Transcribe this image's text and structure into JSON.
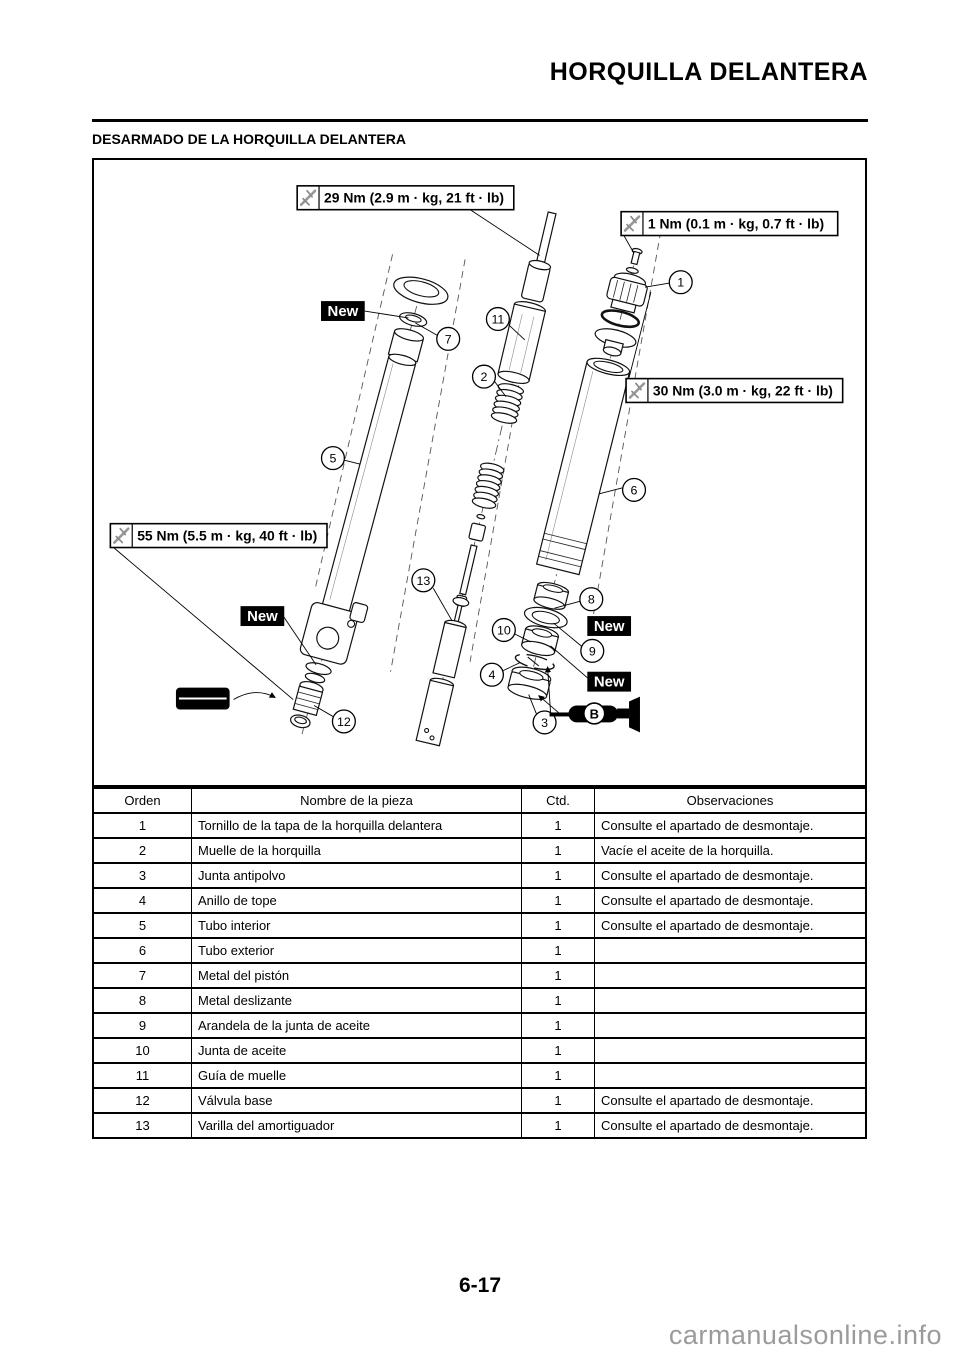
{
  "page": {
    "title": "HORQUILLA DELANTERA",
    "subtitle": "DESARMADO DE LA HORQUILLA DELANTERA",
    "page_number": "6-17",
    "watermark": "carmanualsonline.info"
  },
  "figure": {
    "torque_labels": [
      {
        "id": "torque-cap",
        "text": "29 Nm (2.9 m · kg, 21 ft · lb)"
      },
      {
        "id": "torque-screw",
        "text": "1 Nm (0.1 m · kg, 0.7 ft · lb)"
      },
      {
        "id": "torque-bolt",
        "text": "30 Nm (3.0 m · kg, 22 ft · lb)"
      },
      {
        "id": "torque-valve",
        "text": "55 Nm (5.5 m · kg, 40 ft · lb)"
      }
    ],
    "new_label": "New",
    "grease_label": "B",
    "callouts": [
      "1",
      "2",
      "3",
      "4",
      "5",
      "6",
      "7",
      "8",
      "9",
      "10",
      "11",
      "12",
      "13"
    ]
  },
  "table": {
    "headers": [
      "Orden",
      "Nombre de la pieza",
      "Ctd.",
      "Observaciones"
    ],
    "rows": [
      {
        "orden": "1",
        "nombre": "Tornillo de la tapa de la horquilla delantera",
        "ctd": "1",
        "obs": "Consulte el apartado de desmontaje."
      },
      {
        "orden": "2",
        "nombre": "Muelle de la horquilla",
        "ctd": "1",
        "obs": "Vacíe el aceite de la horquilla."
      },
      {
        "orden": "3",
        "nombre": "Junta antipolvo",
        "ctd": "1",
        "obs": "Consulte el apartado de desmontaje."
      },
      {
        "orden": "4",
        "nombre": "Anillo de tope",
        "ctd": "1",
        "obs": "Consulte el apartado de desmontaje."
      },
      {
        "orden": "5",
        "nombre": "Tubo interior",
        "ctd": "1",
        "obs": "Consulte el apartado de desmontaje."
      },
      {
        "orden": "6",
        "nombre": "Tubo exterior",
        "ctd": "1",
        "obs": ""
      },
      {
        "orden": "7",
        "nombre": "Metal del pistón",
        "ctd": "1",
        "obs": ""
      },
      {
        "orden": "8",
        "nombre": "Metal deslizante",
        "ctd": "1",
        "obs": ""
      },
      {
        "orden": "9",
        "nombre": "Arandela de la junta de aceite",
        "ctd": "1",
        "obs": ""
      },
      {
        "orden": "10",
        "nombre": "Junta de aceite",
        "ctd": "1",
        "obs": ""
      },
      {
        "orden": "11",
        "nombre": "Guía de muelle",
        "ctd": "1",
        "obs": ""
      },
      {
        "orden": "12",
        "nombre": "Válvula base",
        "ctd": "1",
        "obs": "Consulte el apartado de desmontaje."
      },
      {
        "orden": "13",
        "nombre": "Varilla del amortiguador",
        "ctd": "1",
        "obs": "Consulte el apartado de desmontaje."
      }
    ]
  },
  "colors": {
    "text": "#000000",
    "label_bg": "#000000",
    "label_fg": "#ffffff",
    "watermark": "#9b9b9b"
  }
}
